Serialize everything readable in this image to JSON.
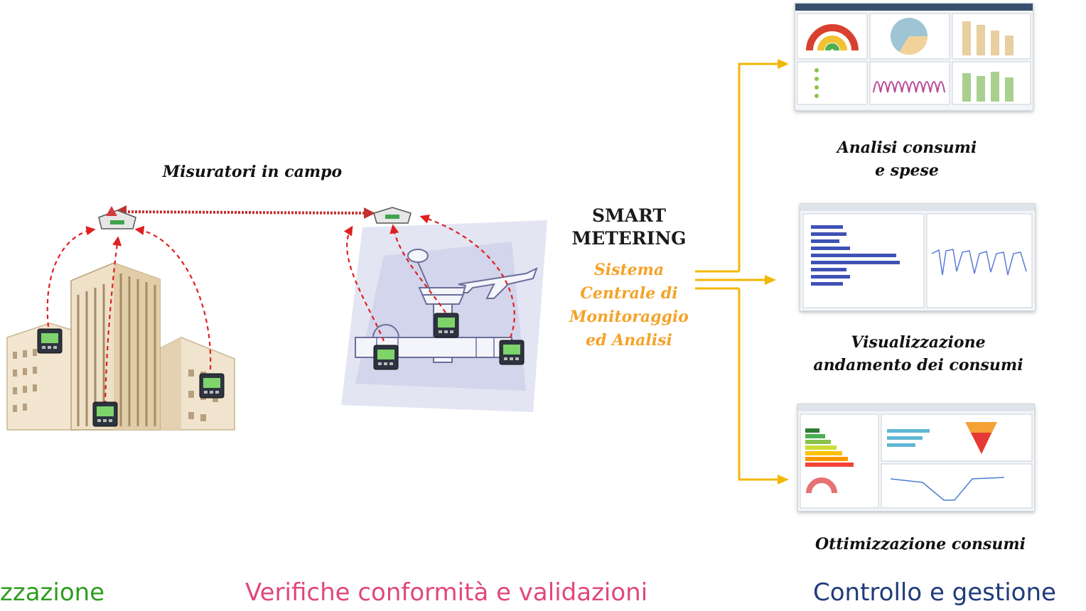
{
  "field_meters_label": "Misuratori in campo",
  "center": {
    "title_line1": "SMART",
    "title_line2": "METERING",
    "sub_line1": "Sistema",
    "sub_line2": "Centrale di",
    "sub_line3": "Monitoraggio",
    "sub_line4": "ed Analisi"
  },
  "outputs": [
    {
      "line1": "Analisi consumi",
      "line2": "e spese"
    },
    {
      "line1": "Visualizzazione",
      "line2": "andamento dei consumi"
    },
    {
      "line1": "Ottimizzazione consumi",
      "line2": ""
    }
  ],
  "footer": {
    "left": "zzazione",
    "middle": "Verifiche conformità e validazioni",
    "right": "Controllo e gestione"
  },
  "colors": {
    "arrow": "#f2b705",
    "dashed_link": "#e02020",
    "subtitle": "#f3a32a",
    "footer_left": "#2e9e1f",
    "footer_middle": "#e0487a",
    "footer_right": "#1f3b7a"
  },
  "icons": [
    "building-icon",
    "airport-icon",
    "meter-icon",
    "gateway-icon",
    "dashboard-thumbnail"
  ]
}
